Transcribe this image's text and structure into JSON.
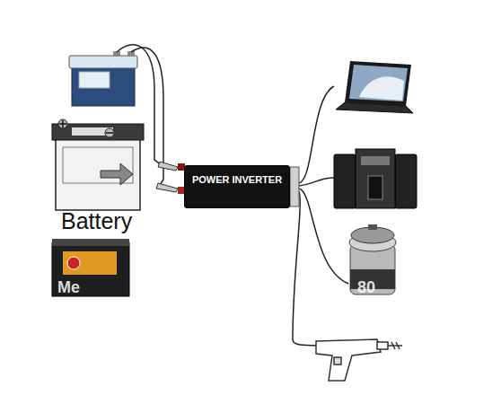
{
  "diagram": {
    "nodes": [
      {
        "text": [
          "POWER INVERTER"
        ]
      }
    ],
    "labels": [
      "Battery",
      "Me",
      "80"
    ]
  }
}
